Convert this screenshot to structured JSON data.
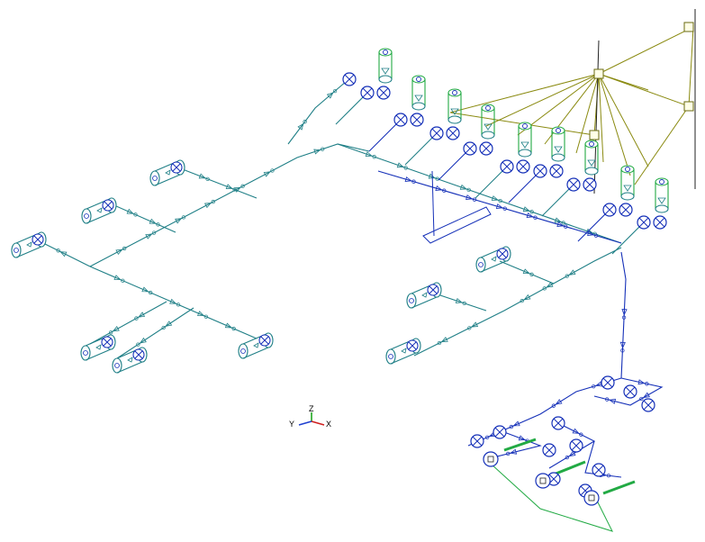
{
  "axis_triad": {
    "z_label": "Z",
    "y_label": "Y",
    "x_label": "X"
  },
  "colors": {
    "background": "#ffffff",
    "pipe_teal": "#1f7f86",
    "pipe_blue": "#1530b8",
    "pipe_green": "#22aa44",
    "olive_link": "#8a8a10",
    "node_fill": "#ffffe6",
    "axis_x": "#d02020",
    "axis_y": "#2040d0",
    "axis_z": "#10a010"
  },
  "legend_none": ""
}
